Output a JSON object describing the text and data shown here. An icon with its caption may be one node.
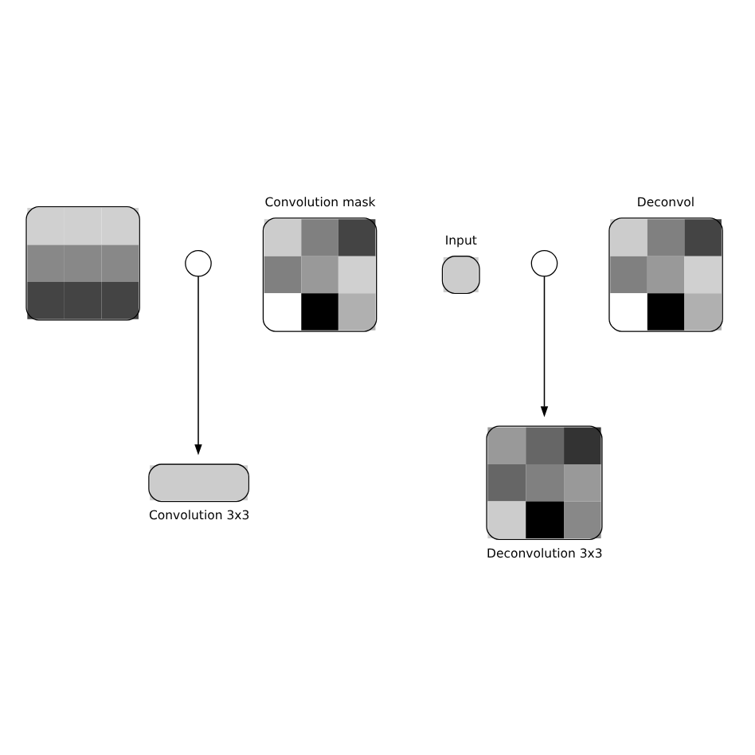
{
  "diagram": {
    "nodes": [
      {
        "text": [],
        "shape": "box"
      },
      {
        "text": [],
        "shape": "circle"
      },
      {
        "text": [
          "Convolution mask"
        ]
      },
      {
        "text": [
          "Convolution 3x3"
        ]
      },
      {
        "text": [
          "Input"
        ]
      },
      {
        "text": [],
        "shape": "circle"
      },
      {
        "text": [
          "Deconvol"
        ]
      },
      {
        "text": [
          "Deconvolution 3x3"
        ]
      }
    ],
    "edges": [
      {
        "from": 1,
        "to": 3,
        "arrow": "to"
      },
      {
        "from": 5,
        "to": 7,
        "arrow": "to"
      }
    ]
  }
}
